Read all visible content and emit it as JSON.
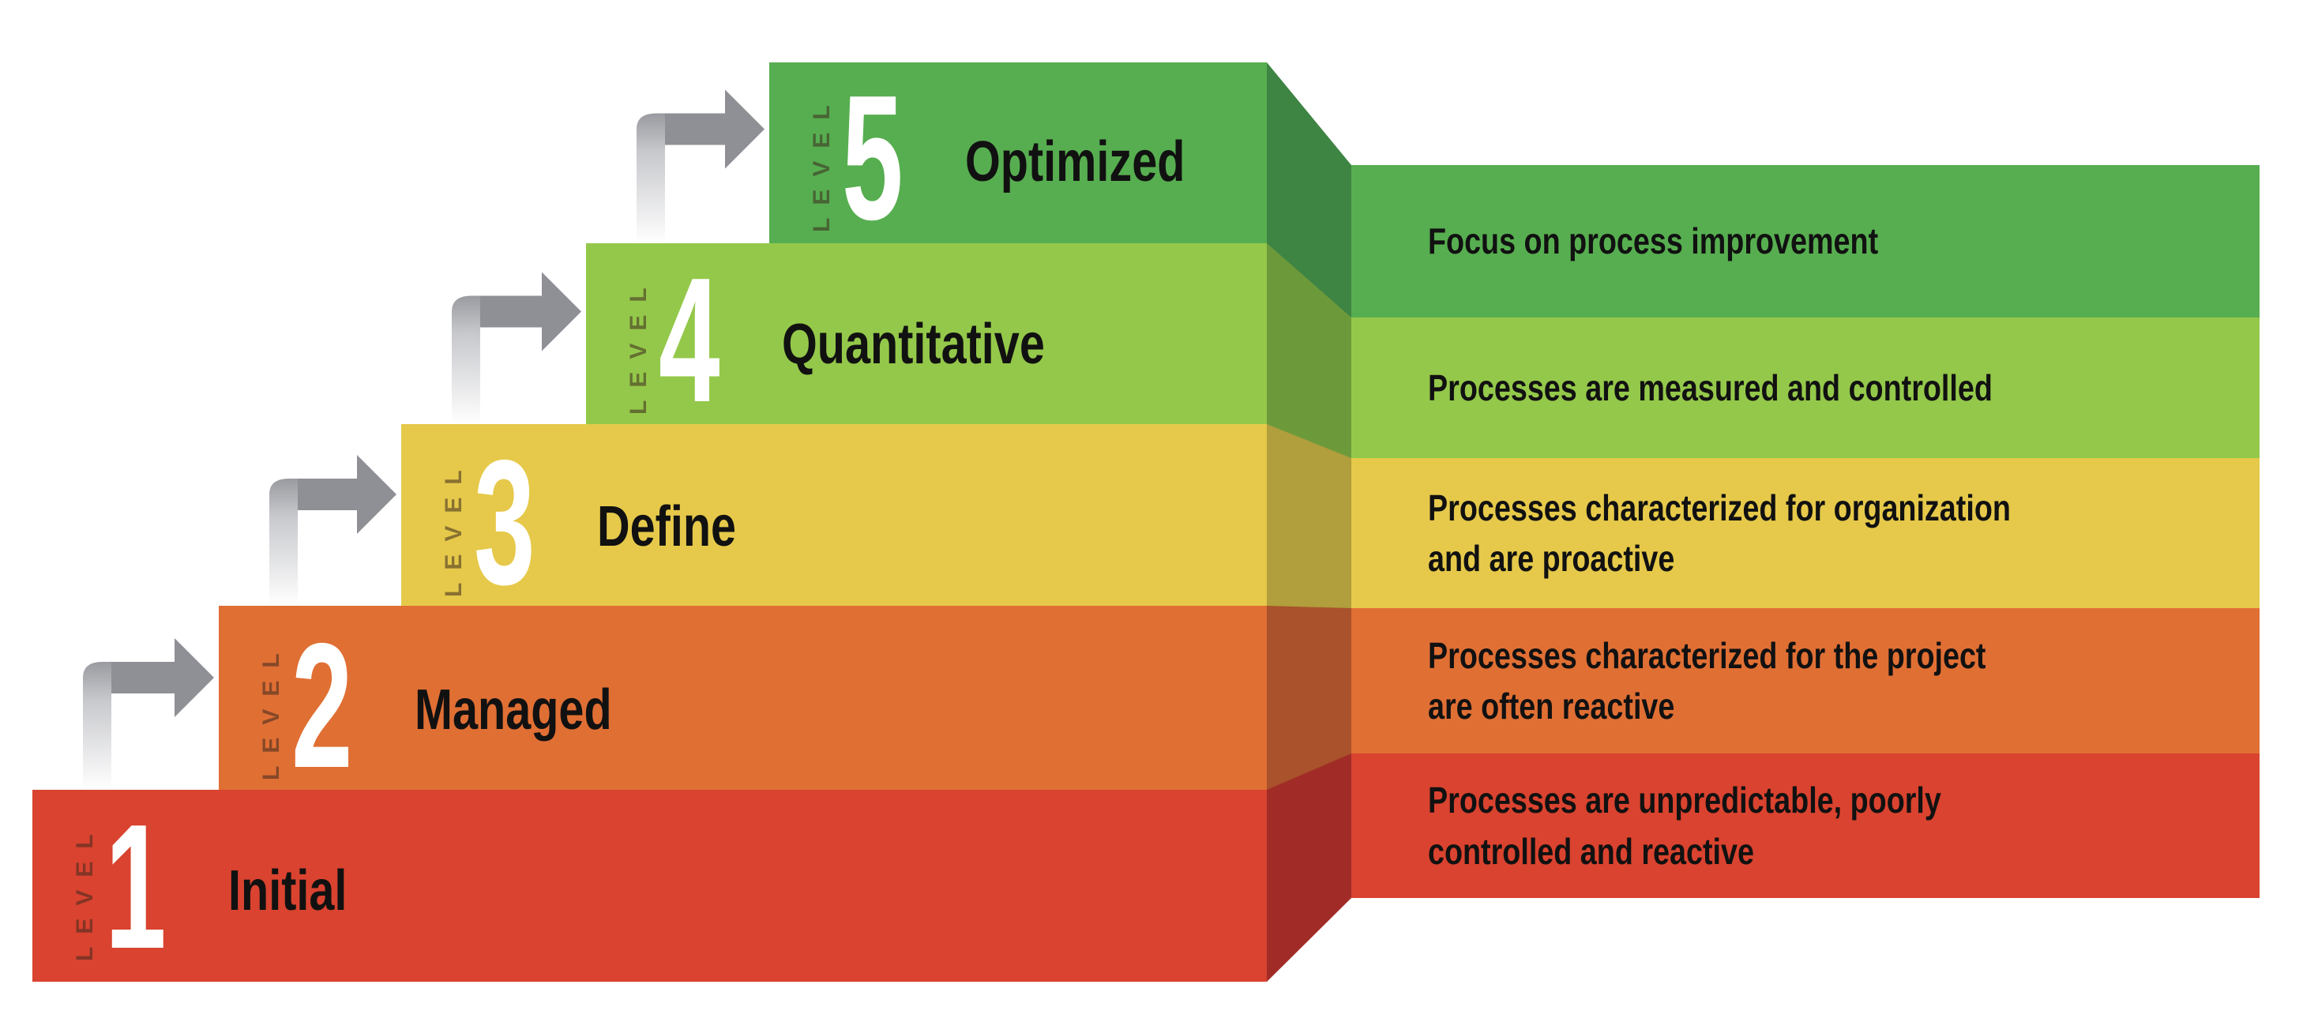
{
  "title": "Process Maturity Levels",
  "level_word": "LEVEL",
  "levels": [
    {
      "number": "1",
      "name": "Initial",
      "description_lines": [
        "Processes are unpredictable, poorly",
        "controlled and reactive"
      ],
      "color": "#d9432f",
      "side_color": "#a12c27"
    },
    {
      "number": "2",
      "name": "Managed",
      "description_lines": [
        "Processes characterized for the project",
        "are often reactive"
      ],
      "color": "#e06f34",
      "side_color": "#a9522b"
    },
    {
      "number": "3",
      "name": "Define",
      "description_lines": [
        "Processes characterized for organization",
        "and are proactive"
      ],
      "color": "#e6c94a",
      "side_color": "#b19e3c"
    },
    {
      "number": "4",
      "name": "Quantitative",
      "description_lines": [
        "Processes are measured and controlled"
      ],
      "color": "#94c84a",
      "side_color": "#6c9a3b"
    },
    {
      "number": "5",
      "name": "Optimized",
      "description_lines": [
        "Focus on process improvement"
      ],
      "color": "#57ae50",
      "side_color": "#3e8443"
    }
  ],
  "arrow_color": "#8f9096"
}
